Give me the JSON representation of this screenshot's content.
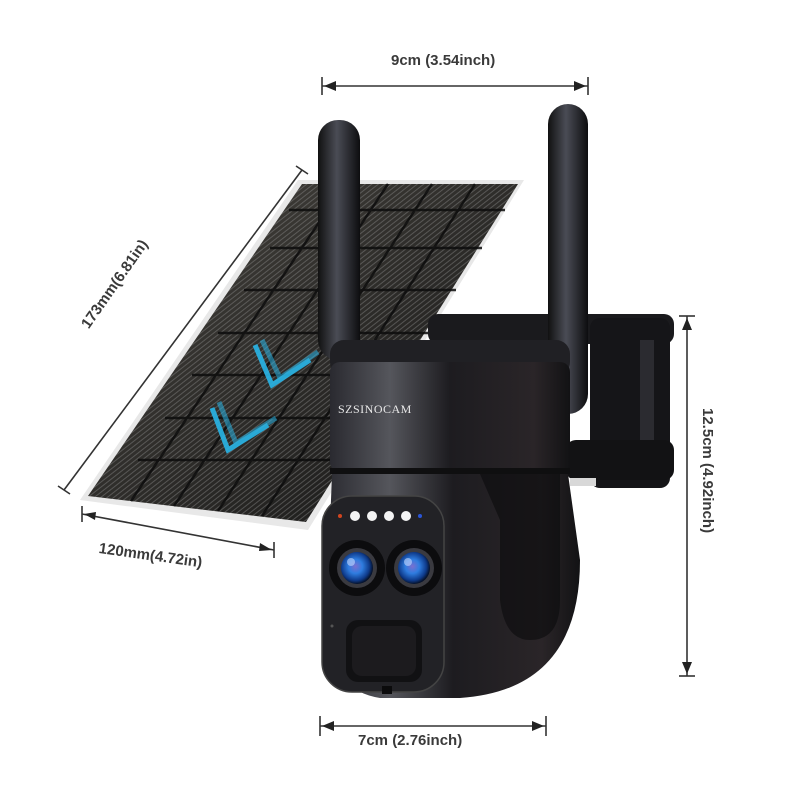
{
  "product": {
    "type": "Solar-powered dual-lens PTZ security camera with solar panel",
    "brand_label": "SZSINOCAM"
  },
  "dimensions": {
    "top_width": "9cm (3.54inch)",
    "panel_length": "173mm(6.81in)",
    "panel_width": "120mm(4.72in)",
    "height": "12.5cm (4.92inch)",
    "bottom_width": "7cm (2.76inch)"
  },
  "colors": {
    "background": "#ffffff",
    "camera_body": "#1c1c20",
    "lens_blue": "#2f7de0",
    "arrow_cyan": "#29b6e8",
    "dimension_line": "#333333",
    "ir_led": "#f4f4f4"
  },
  "features": {
    "led_count": 4,
    "lens_count": 2,
    "antenna_count": 2
  }
}
